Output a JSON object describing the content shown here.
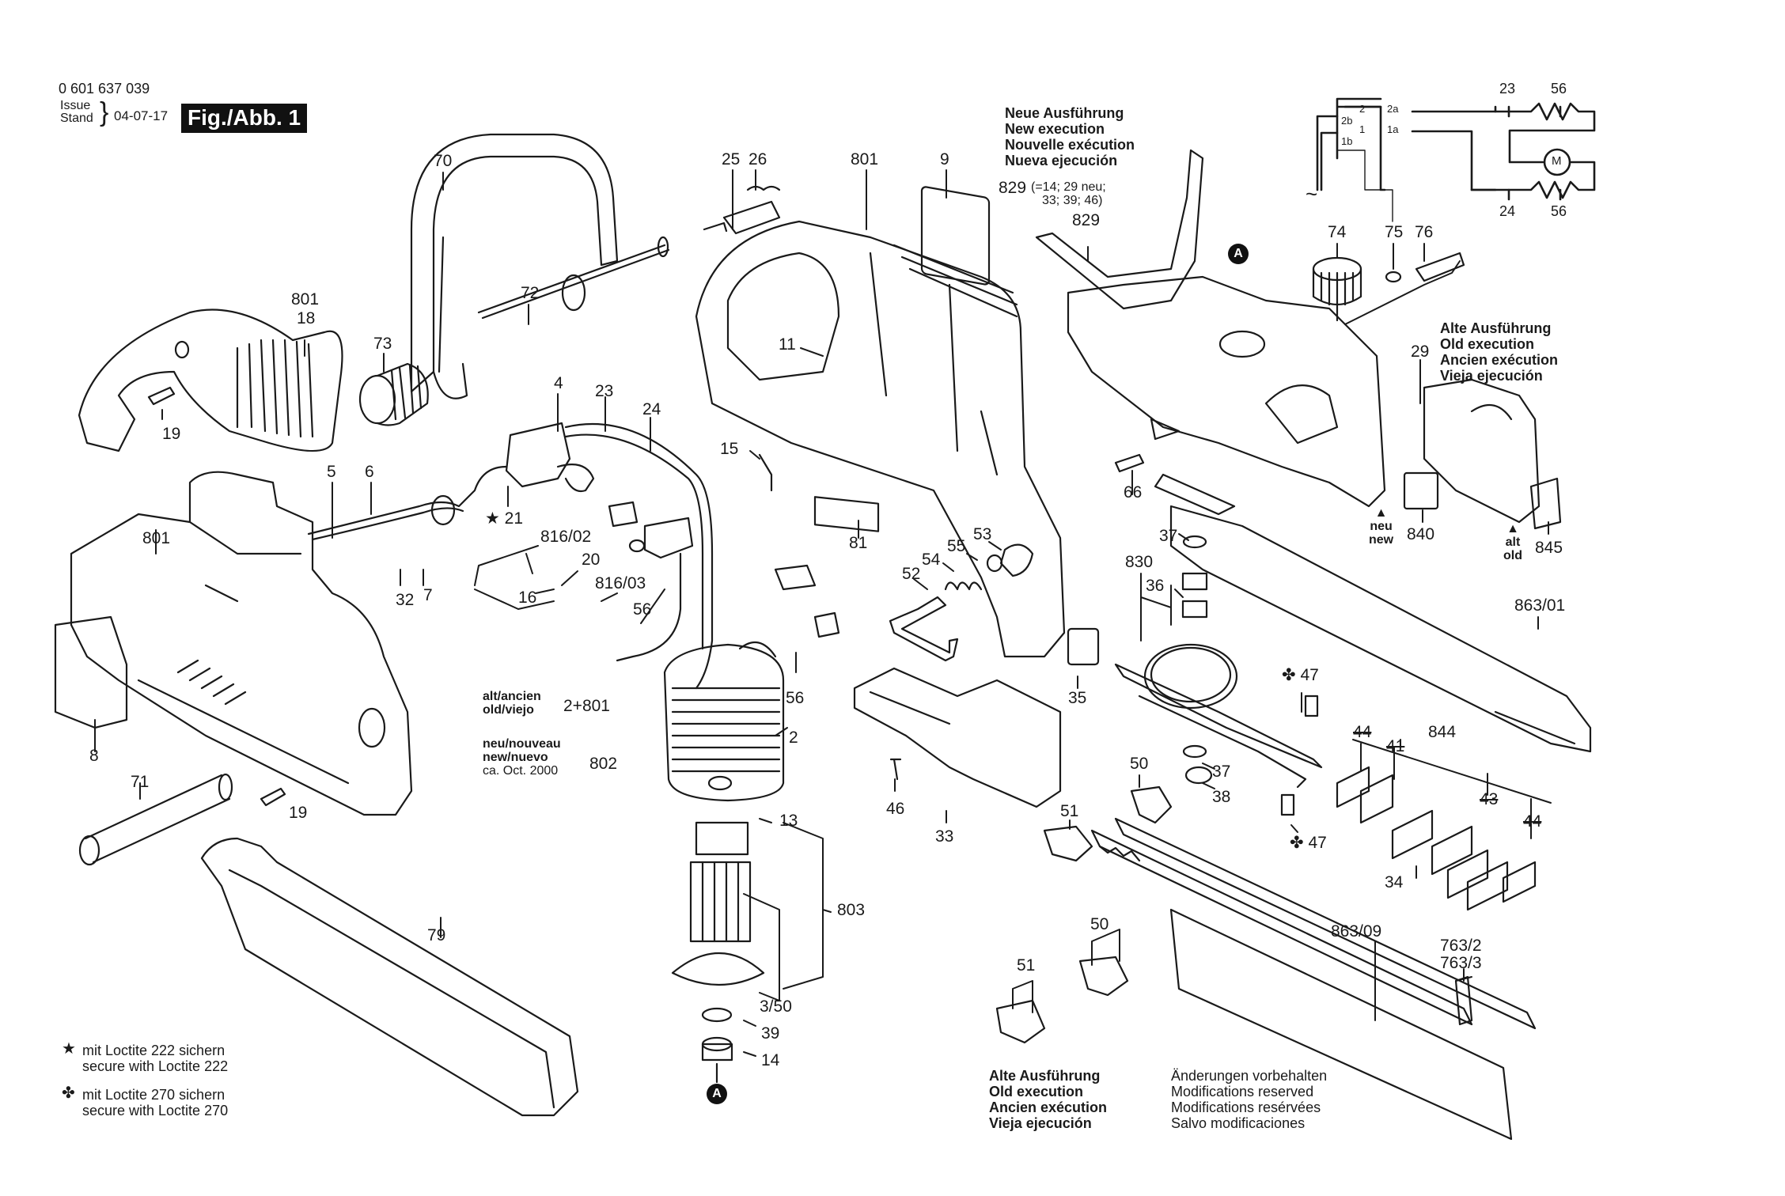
{
  "header": {
    "doc_number": "0 601 637 039",
    "issue_label": "Issue",
    "stand_label": "Stand",
    "issue_date": "04-07-17",
    "figure_label": "Fig./Abb. 1"
  },
  "notes": {
    "new_execution": [
      "Neue Ausführung",
      "New execution",
      "Nouvelle exécution",
      "Nueva ejecución"
    ],
    "kit_829_line1": "829",
    "kit_829_line2": "(=14; 29 neu;",
    "kit_829_line3": "33; 39; 46)",
    "old_execution_top": [
      "Alte Ausführung",
      "Old execution",
      "Ancien exécution",
      "Vieja ejecución"
    ],
    "old_execution_bottom": [
      "Alte Ausführung",
      "Old execution",
      "Ancien exécution",
      "Vieja ejecución"
    ],
    "modifications": [
      "Änderungen vorbehalten",
      "Modifications reserved",
      "Modifications resérvées",
      "Salvo modificaciones"
    ],
    "loctite_222": [
      "mit Loctite 222 sichern",
      "secure with Loctite 222"
    ],
    "loctite_270": [
      "mit Loctite 270 sichern",
      "secure with Loctite 270"
    ],
    "star_symbol": "★",
    "clover_symbol": "✤",
    "old_version_label": [
      "alt/ancien",
      "old/viejo"
    ],
    "old_version_part": "2+801",
    "new_version_label": [
      "neu/nouveau",
      "new/nuevo",
      "ca. Oct. 2000"
    ],
    "new_version_part": "802",
    "neu_new_arrow": [
      "neu",
      "new"
    ],
    "alt_old_arrow": [
      "alt",
      "old"
    ],
    "marker_A": "A"
  },
  "wiring": {
    "labels": {
      "top_left": "23",
      "top_right": "56",
      "bottom_left": "24",
      "bottom_right": "56",
      "motor": "M",
      "ac": "~"
    },
    "terminals": [
      "2",
      "2a",
      "2b",
      "1",
      "1a",
      "1b"
    ]
  },
  "parts": [
    {
      "id": "p70",
      "label": "70"
    },
    {
      "id": "p72",
      "label": "72"
    },
    {
      "id": "p73",
      "label": "73"
    },
    {
      "id": "p801a",
      "label": "801"
    },
    {
      "id": "p18",
      "label": "18"
    },
    {
      "id": "p19a",
      "label": "19"
    },
    {
      "id": "p4",
      "label": "4"
    },
    {
      "id": "p23",
      "label": "23"
    },
    {
      "id": "p24",
      "label": "24"
    },
    {
      "id": "p5",
      "label": "5"
    },
    {
      "id": "p6",
      "label": "6"
    },
    {
      "id": "p21",
      "label": "21"
    },
    {
      "id": "p81602",
      "label": "816/02"
    },
    {
      "id": "p20",
      "label": "20"
    },
    {
      "id": "p16",
      "label": "16"
    },
    {
      "id": "p81603",
      "label": "816/03"
    },
    {
      "id": "p56a",
      "label": "56"
    },
    {
      "id": "p32",
      "label": "32"
    },
    {
      "id": "p7",
      "label": "7"
    },
    {
      "id": "p801b",
      "label": "801"
    },
    {
      "id": "p8",
      "label": "8"
    },
    {
      "id": "p71",
      "label": "71"
    },
    {
      "id": "p19b",
      "label": "19"
    },
    {
      "id": "p79",
      "label": "79"
    },
    {
      "id": "p25",
      "label": "25"
    },
    {
      "id": "p26",
      "label": "26"
    },
    {
      "id": "p801c",
      "label": "801"
    },
    {
      "id": "p9",
      "label": "9"
    },
    {
      "id": "p11",
      "label": "11"
    },
    {
      "id": "p15",
      "label": "15"
    },
    {
      "id": "p81",
      "label": "81"
    },
    {
      "id": "p52",
      "label": "52"
    },
    {
      "id": "p54",
      "label": "54"
    },
    {
      "id": "p55",
      "label": "55"
    },
    {
      "id": "p53",
      "label": "53"
    },
    {
      "id": "p56b",
      "label": "56"
    },
    {
      "id": "p2",
      "label": "2"
    },
    {
      "id": "p13",
      "label": "13"
    },
    {
      "id": "p803",
      "label": "803"
    },
    {
      "id": "p350",
      "label": "3/50"
    },
    {
      "id": "p39",
      "label": "39"
    },
    {
      "id": "p14",
      "label": "14"
    },
    {
      "id": "p35",
      "label": "35"
    },
    {
      "id": "p46",
      "label": "46"
    },
    {
      "id": "p33",
      "label": "33"
    },
    {
      "id": "p829",
      "label": "829"
    },
    {
      "id": "p74",
      "label": "74"
    },
    {
      "id": "p75",
      "label": "75"
    },
    {
      "id": "p76",
      "label": "76"
    },
    {
      "id": "p66",
      "label": "66"
    },
    {
      "id": "p29",
      "label": "29"
    },
    {
      "id": "p840",
      "label": "840"
    },
    {
      "id": "p845",
      "label": "845"
    },
    {
      "id": "p86301",
      "label": "863/01"
    },
    {
      "id": "p37a",
      "label": "37"
    },
    {
      "id": "p830",
      "label": "830"
    },
    {
      "id": "p36",
      "label": "36"
    },
    {
      "id": "p47a",
      "label": "47"
    },
    {
      "id": "p37b",
      "label": "37"
    },
    {
      "id": "p38",
      "label": "38"
    },
    {
      "id": "p47b",
      "label": "47"
    },
    {
      "id": "p50a",
      "label": "50"
    },
    {
      "id": "p51a",
      "label": "51"
    },
    {
      "id": "p844",
      "label": "844"
    },
    {
      "id": "p44a",
      "label": "44"
    },
    {
      "id": "p41",
      "label": "41"
    },
    {
      "id": "p43",
      "label": "43"
    },
    {
      "id": "p44b",
      "label": "44"
    },
    {
      "id": "p34",
      "label": "34"
    },
    {
      "id": "p86309",
      "label": "863/09"
    },
    {
      "id": "p7632",
      "label": "763/2"
    },
    {
      "id": "p7633",
      "label": "763/3"
    },
    {
      "id": "p50b",
      "label": "50"
    },
    {
      "id": "p51b",
      "label": "51"
    }
  ]
}
